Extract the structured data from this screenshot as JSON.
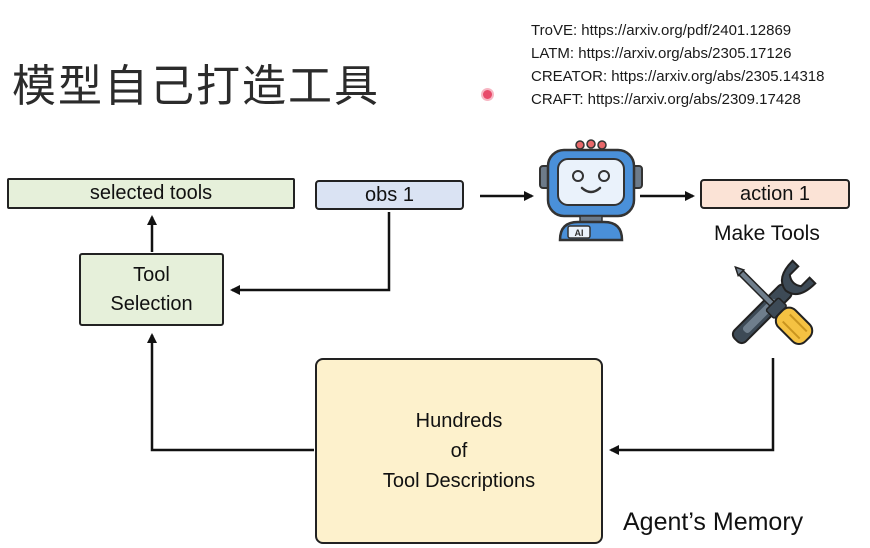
{
  "title": "模型自己打造工具",
  "references": [
    "TroVE: https://arxiv.org/pdf/2401.12869",
    "LATM: https://arxiv.org/abs/2305.17126",
    "CREATOR: https://arxiv.org/abs/2305.14318",
    "CRAFT: https://arxiv.org/abs/2309.17428"
  ],
  "diagram": {
    "selected_tools": "selected tools",
    "obs": "obs 1",
    "action": "action 1",
    "tool_selection": [
      "Tool",
      "Selection"
    ],
    "make_tools": "Make Tools",
    "memory_box": [
      "Hundreds",
      "of",
      "Tool Descriptions"
    ],
    "agents_memory": "Agent’s Memory",
    "robot_badge": "AI"
  },
  "colors": {
    "selected_tools_fill": "#e6f0da",
    "obs_fill": "#dae3f3",
    "action_fill": "#fbe3d6",
    "memory_fill": "#fdf1cc",
    "robot_blue": "#4a90d9",
    "wrench_gray": "#3d4a56",
    "screwdriver_yellow": "#f5c242"
  },
  "icons": [
    "robot-icon",
    "wrench-screwdriver-icon"
  ]
}
